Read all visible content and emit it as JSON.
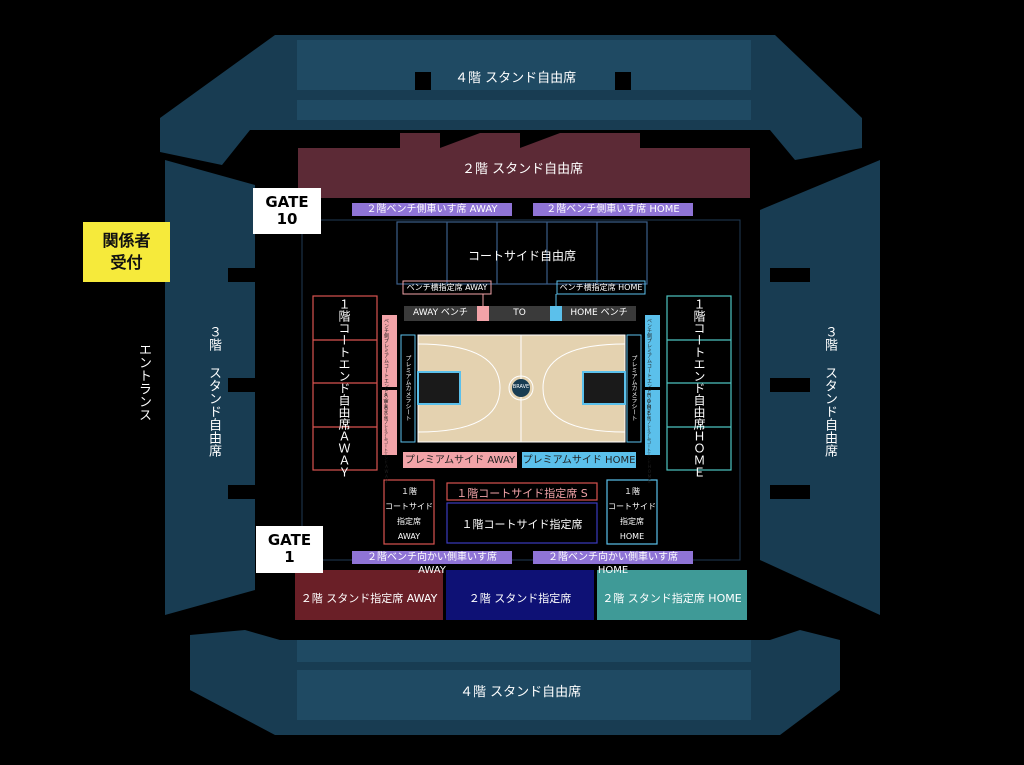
{
  "labels": {
    "floor4_top": "４階 スタンド自由席",
    "floor4_bottom": "４階 スタンド自由席",
    "floor2_top": "２階 スタンド自由席",
    "floor3_left": "３階 スタンド自由席",
    "floor3_right": "３階 スタンド自由席",
    "entrance": "エントランス",
    "bench_wheel_away": "２階ベンチ側車いす席 AWAY",
    "bench_wheel_home": "２階ベンチ側車いす席 HOME",
    "courtside_free": "コートサイド自由席",
    "bench_side_away": "ベンチ横指定席 AWAY",
    "bench_side_home": "ベンチ横指定席 HOME",
    "away_bench": "AWAY ベンチ",
    "to": "TO",
    "home_bench": "HOME ベンチ",
    "courtend_away": "１階コートエンド自由席ＡＷＡＹ",
    "courtend_home": "１階コートエンド自由席ＨＯＭＥ",
    "bench_premium_end_away": "ベンチ側プレミアムコートエンドAWAY",
    "bench_opposite_premium_end_away": "ベンチ向かい側プレミアムコートエンドAWAY",
    "bench_premium_end_home": "ベンチ側プレミアムコートエンドHOME",
    "bench_opposite_premium_end_home": "ベンチ向かい側プレミアムコートエンドHOME",
    "premium_cam_left": "プレミアムカメラシート",
    "premium_cam_right": "プレミアムカメラシート",
    "premium_side_away": "プレミアムサイド AWAY",
    "premium_side_home": "プレミアムサイド HOME",
    "courtside_s": "１階コートサイド指定席 S",
    "courtside_reserved": "１階コートサイド指定席",
    "cs_away_1": "１階",
    "cs_away_2": "コートサイド",
    "cs_away_3": "指定席",
    "cs_away_4": "AWAY",
    "cs_home_1": "１階",
    "cs_home_2": "コートサイド",
    "cs_home_3": "指定席",
    "cs_home_4": "HOME",
    "opp_wheel_away": "２階ベンチ向かい側車いす席 AWAY",
    "opp_wheel_home": "２階ベンチ向かい側車いす席 HOME",
    "stand2_away": "２階 スタンド指定席 AWAY",
    "stand2_center": "２階 スタンド指定席",
    "stand2_home": "２階 スタンド指定席 HOME",
    "court_logo": "BRAVE"
  },
  "gates": {
    "gate10_line1": "GATE",
    "gate10_line2": "10",
    "gate1_line1": "GATE",
    "gate1_line2": "1"
  },
  "kankeisha": {
    "line1": "関係者",
    "line2": "受付"
  },
  "colors": {
    "stand": "#183c52",
    "stand_dark": "#0f2b3d",
    "floor2_free": "#5c2a36",
    "stand2_away": "#6a1f27",
    "stand2_center": "#0e1175",
    "stand2_home": "#3f9a97",
    "purple": "#8f74d6",
    "away_red": "#d9534f",
    "away_pink": "#f2a3a8",
    "home_blue": "#5bc0eb",
    "home_teal": "#4ec4c0",
    "court": "#e4d2b0",
    "gate_yellow": "#f6ea3b"
  }
}
